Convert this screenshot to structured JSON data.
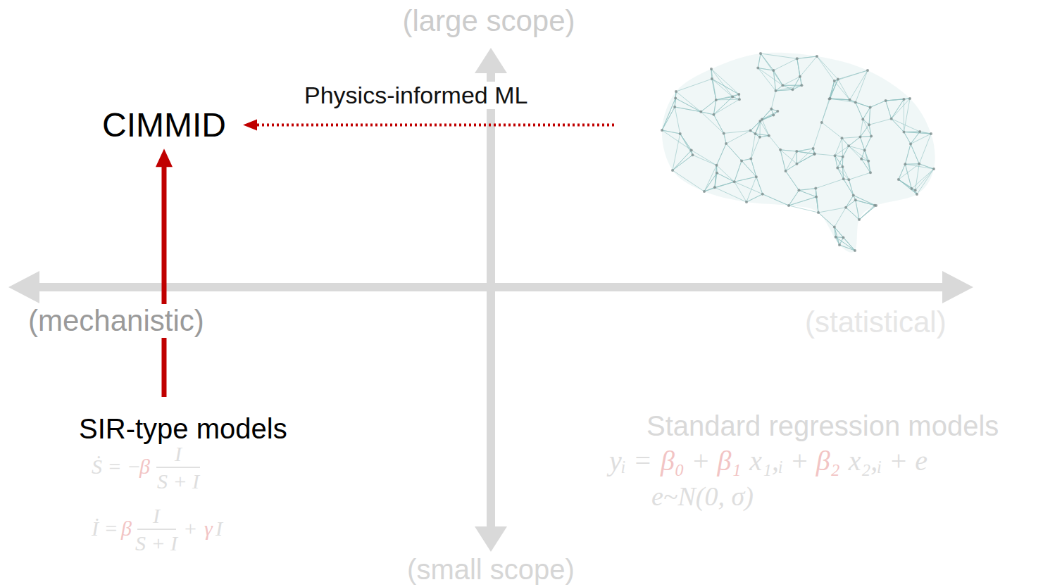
{
  "diagram": {
    "nodes": [
      {
        "text": [
          "CIMMID"
        ]
      },
      {
        "text": [
          "SIR-type models"
        ]
      }
    ],
    "edges": [
      {
        "from": 1,
        "to": 0,
        "arrow": "to"
      }
    ],
    "labels": [
      "(large scope)",
      "Physics-informed ML",
      "(mechanistic)",
      "(statistical)",
      "Ṡ = −",
      "β",
      "I",
      "S + I",
      "İ =",
      "β",
      "I",
      "S + I",
      "+",
      "γ",
      "I",
      "Standard regression models",
      "yᵢ =",
      "β₀",
      "+",
      "β₁",
      "x₁,ᵢ",
      "+",
      "β₂",
      "x₂,ᵢ",
      "+",
      "e",
      "e~N(0, σ)",
      "(small scope)"
    ]
  }
}
